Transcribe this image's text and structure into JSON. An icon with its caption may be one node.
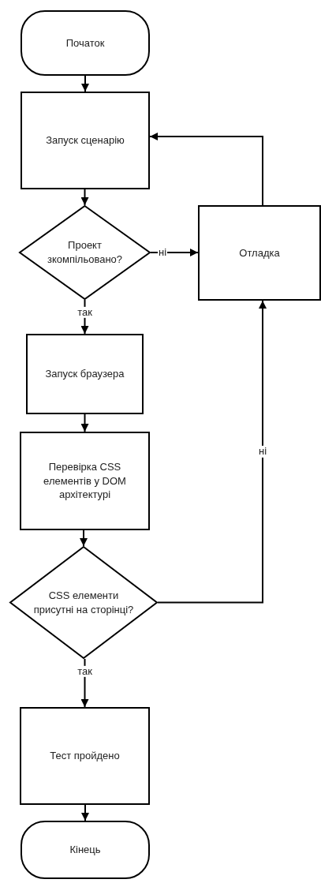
{
  "diagram": {
    "nodes": [
      {
        "text": [
          "Початок"
        ]
      },
      {
        "text": [
          "Запуск сценарію"
        ]
      },
      {
        "text": [
          "Проект зкомпільовано?"
        ]
      },
      {
        "text": [
          "Отладка"
        ]
      },
      {
        "text": [
          "Запуск браузера"
        ]
      },
      {
        "text": [
          "Перевірка CSS елементів у DOM архітектурі"
        ]
      },
      {
        "text": [
          "CSS елементи присутні на сторінці?"
        ]
      },
      {
        "text": [
          "Тест пройдено"
        ]
      },
      {
        "text": [
          "Кінець"
        ]
      }
    ],
    "edges": [
      {
        "from": 0,
        "to": 1,
        "arrow": "to"
      },
      {
        "from": 1,
        "to": 2,
        "arrow": "to"
      },
      {
        "from": 2,
        "to": 3,
        "arrow": "to",
        "label": "ні"
      },
      {
        "from": 3,
        "to": 1,
        "arrow": "to"
      },
      {
        "from": 2,
        "to": 4,
        "arrow": "to",
        "label": "так"
      },
      {
        "from": 4,
        "to": 5,
        "arrow": "to"
      },
      {
        "from": 5,
        "to": 6,
        "arrow": "to"
      },
      {
        "from": 6,
        "to": 3,
        "arrow": "to",
        "label": "ні"
      },
      {
        "from": 6,
        "to": 7,
        "arrow": "to",
        "label": "так"
      },
      {
        "from": 7,
        "to": 8,
        "arrow": "to"
      }
    ]
  }
}
